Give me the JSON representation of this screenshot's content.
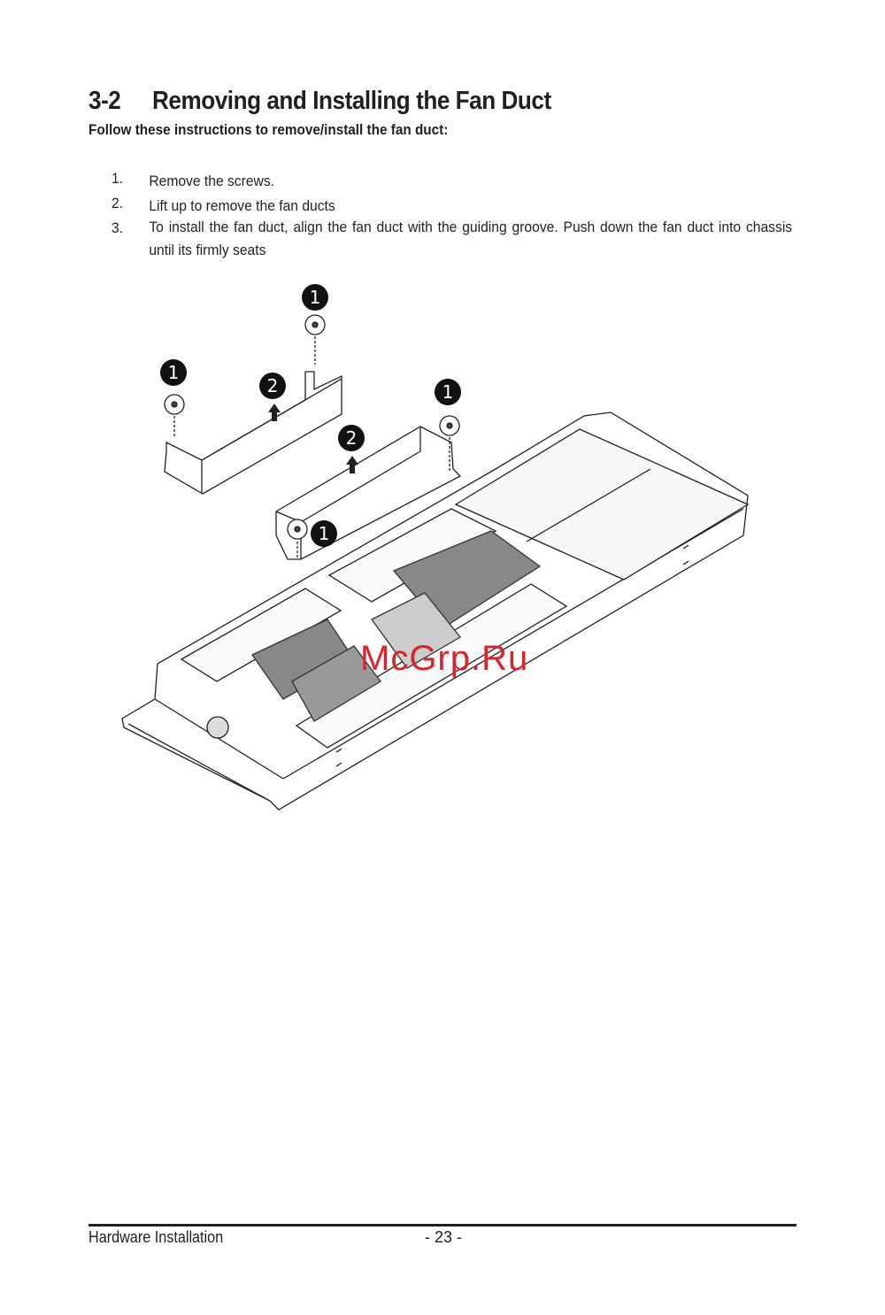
{
  "section": {
    "number": "3-2",
    "title": "Removing and Installing the Fan Duct"
  },
  "intro": "Follow these instructions to remove/install the fan duct:",
  "steps": [
    {
      "n": "1.",
      "text": "Remove the screws."
    },
    {
      "n": "2.",
      "text": "Lift up to remove the fan ducts"
    },
    {
      "n": "3.",
      "text": "To install the fan duct, align the fan duct with the guiding groove. Push down the fan duct into chassis until its firmly seats"
    }
  ],
  "figure": {
    "callouts": [
      "1",
      "1",
      "2",
      "1",
      "2",
      "1"
    ],
    "watermark": "McGrp.Ru"
  },
  "footer": {
    "section": "Hardware Installation",
    "page": "- 23 -"
  }
}
